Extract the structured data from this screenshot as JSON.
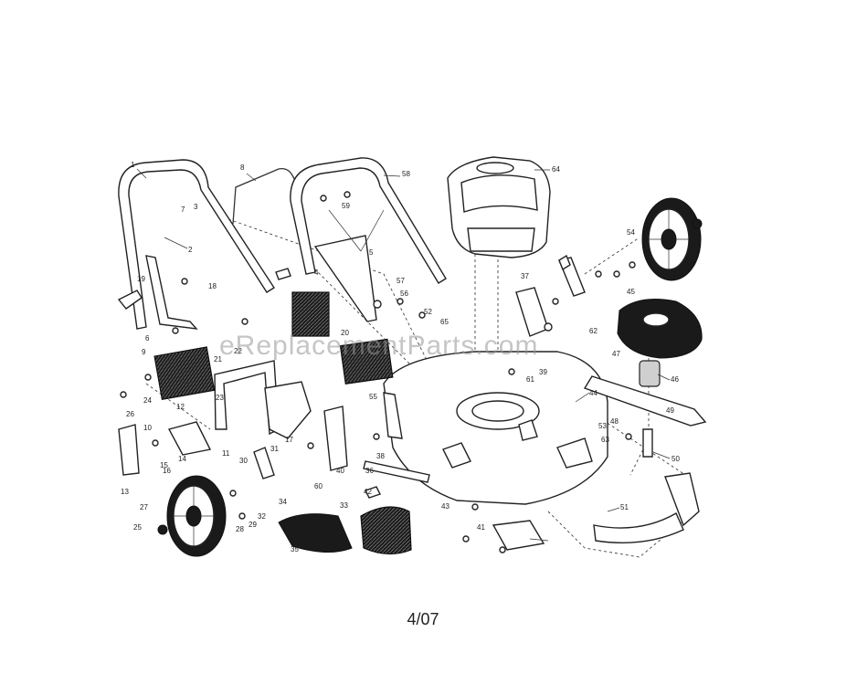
{
  "watermark": "eReplacementParts.com",
  "footer": "4/07",
  "callouts": [
    "1",
    "2",
    "3",
    "4",
    "5",
    "6",
    "7",
    "8",
    "9",
    "10",
    "11",
    "12",
    "13",
    "14",
    "15",
    "16",
    "17",
    "18",
    "19",
    "20",
    "21",
    "22",
    "23",
    "24",
    "25",
    "26",
    "27",
    "28",
    "29",
    "30",
    "31",
    "32",
    "33",
    "34",
    "35",
    "36",
    "37",
    "38",
    "39",
    "40",
    "41",
    "42",
    "43",
    "44",
    "45",
    "46",
    "47",
    "48",
    "49",
    "50",
    "51",
    "52",
    "53",
    "54",
    "55",
    "56",
    "57",
    "58",
    "59",
    "60",
    "61",
    "62",
    "63",
    "64",
    "65"
  ]
}
